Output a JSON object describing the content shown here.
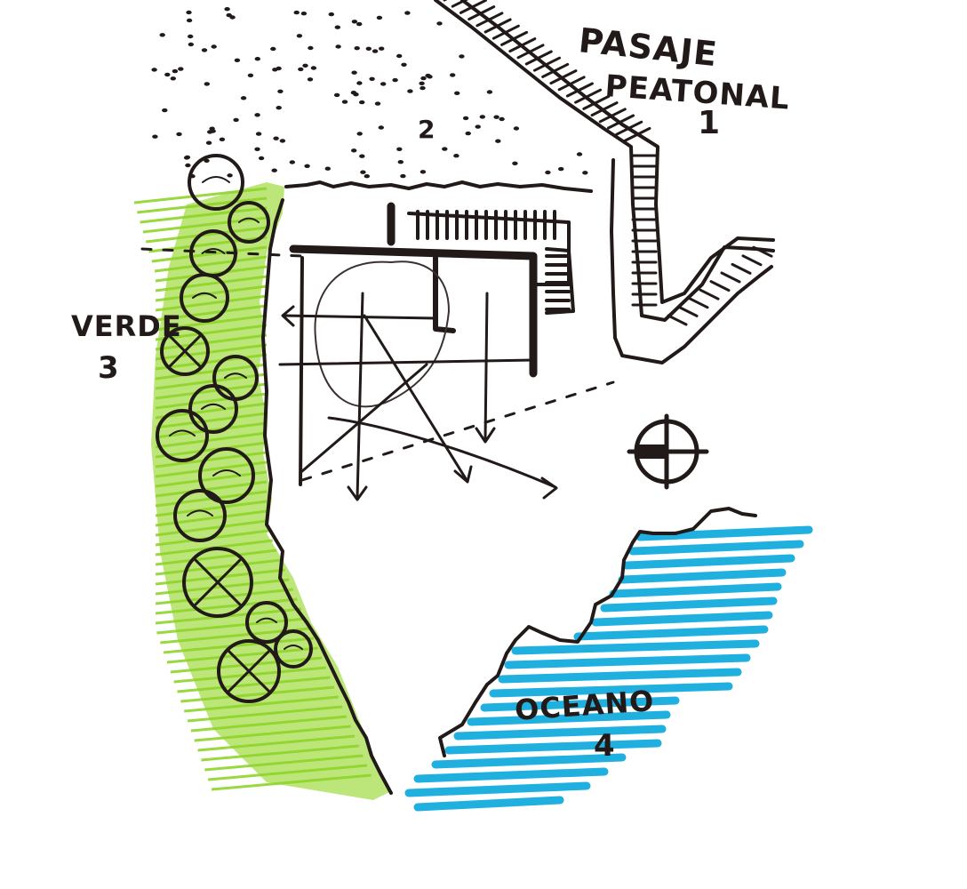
{
  "labels": {
    "pasaje_line1": "PASAJE",
    "pasaje_line2": "PEATONAL",
    "pasaje_number": "1",
    "street_number": "2",
    "verde_word": "VERDE",
    "verde_number": "3",
    "oceano_word": "OCEANO",
    "oceano_number": "4"
  },
  "colors": {
    "ink": "#221a18",
    "green": "#8fd42a",
    "blue": "#1fb0e0"
  },
  "icons": {
    "north": "north-arrow-icon",
    "tree": "tree-symbol-icon"
  }
}
